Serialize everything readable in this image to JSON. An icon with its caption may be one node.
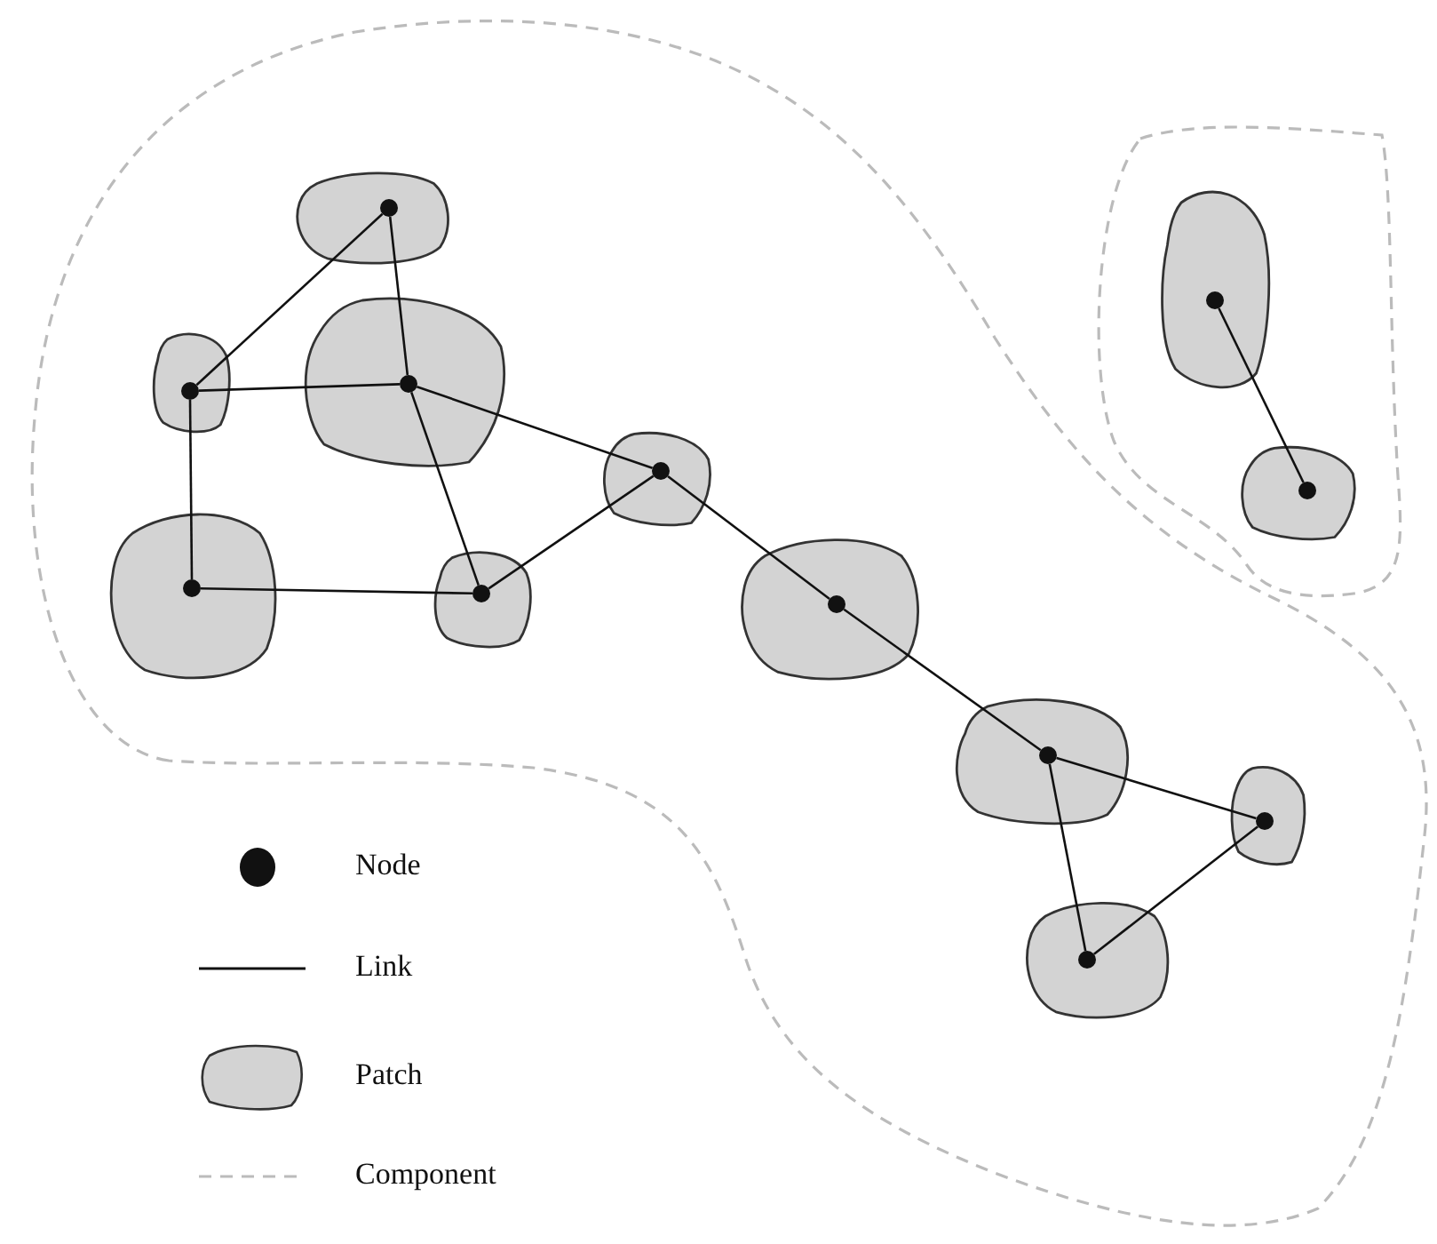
{
  "diagram": {
    "nodes": [
      {
        "text": [],
        "shape": "outline"
      },
      {
        "text": [],
        "shape": "outline"
      },
      {
        "text": [],
        "shape": "blob",
        "in": 0
      },
      {
        "text": [],
        "shape": "blob",
        "in": 0
      },
      {
        "text": [],
        "shape": "blob",
        "in": 0
      },
      {
        "text": [],
        "shape": "blob",
        "in": 0
      },
      {
        "text": [],
        "shape": "blob",
        "in": 0
      },
      {
        "text": [],
        "shape": "blob",
        "in": 0
      },
      {
        "text": [],
        "shape": "blob",
        "in": 0
      },
      {
        "text": [],
        "shape": "blob",
        "in": 0
      },
      {
        "text": [],
        "shape": "blob",
        "in": 0
      },
      {
        "text": [],
        "shape": "blob",
        "in": 0
      },
      {
        "text": [],
        "shape": "blob",
        "in": 1
      },
      {
        "text": [],
        "shape": "blob",
        "in": 1
      }
    ],
    "edges": [
      {
        "from": 2,
        "to": 3,
        "arrow": "none"
      },
      {
        "from": 2,
        "to": 4,
        "arrow": "none"
      },
      {
        "from": 3,
        "to": 4,
        "arrow": "none"
      },
      {
        "from": 3,
        "to": 5,
        "arrow": "none"
      },
      {
        "from": 5,
        "to": 6,
        "arrow": "none"
      },
      {
        "from": 4,
        "to": 6,
        "arrow": "none"
      },
      {
        "from": 4,
        "to": 7,
        "arrow": "none"
      },
      {
        "from": 6,
        "to": 7,
        "arrow": "none"
      },
      {
        "from": 7,
        "to": 8,
        "arrow": "none"
      },
      {
        "from": 8,
        "to": 9,
        "arrow": "none"
      },
      {
        "from": 9,
        "to": 10,
        "arrow": "none"
      },
      {
        "from": 9,
        "to": 11,
        "arrow": "none"
      },
      {
        "from": 11,
        "to": 10,
        "arrow": "none"
      },
      {
        "from": 12,
        "to": 13,
        "arrow": "none"
      }
    ],
    "legend": [
      {
        "text": "Node"
      },
      {
        "text": "Link"
      },
      {
        "text": "Patch"
      },
      {
        "text": "Component"
      }
    ]
  }
}
